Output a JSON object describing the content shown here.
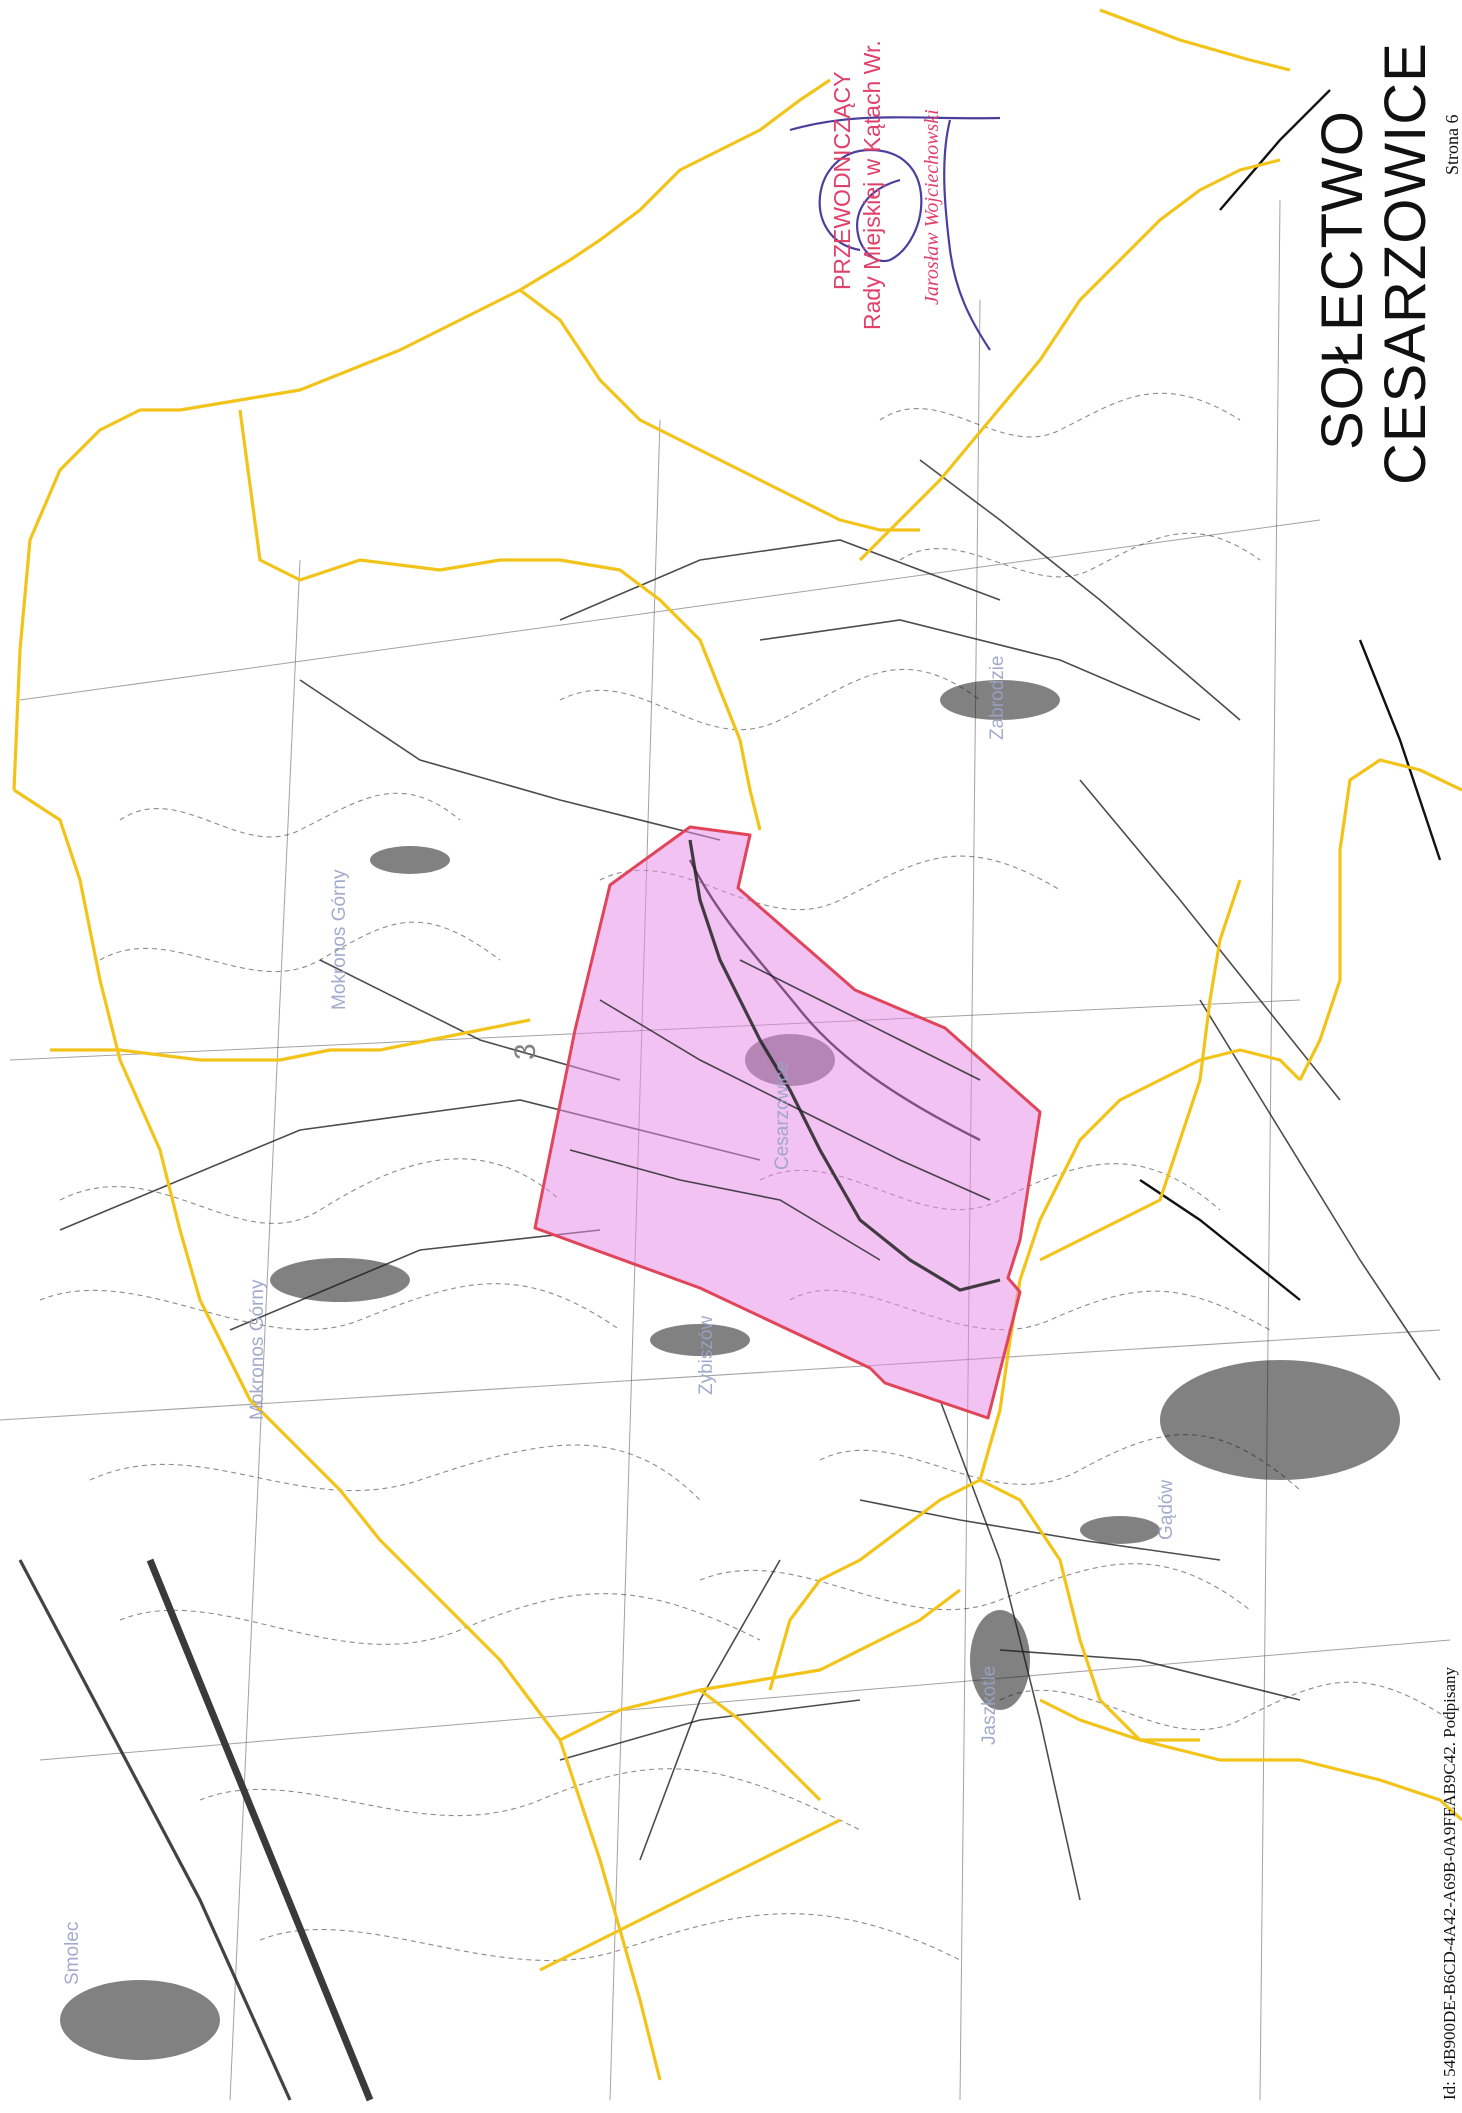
{
  "title": {
    "line1": "SOŁECTWO",
    "line2": "CESARZOWICE"
  },
  "page_number": "Strona 6",
  "stamp": {
    "line1": "PRZEWODNICZĄCY",
    "line2": "Rady Miejskiej w Kątach Wr.",
    "name": "Jarosław Wojciechowski"
  },
  "footer_code": "Id: 54B900DE-B6CD-4A42-A69B-0A9FEAB9C42. Podpisany",
  "place_labels": [
    {
      "id": "smolec",
      "text": "Smolec"
    },
    {
      "id": "mokronos-gorny-east",
      "text": "Mokronos Górny"
    },
    {
      "id": "mokronos-gorny-west",
      "text": "Mokronos Górny"
    },
    {
      "id": "cesarzowice",
      "text": "Cesarzowice"
    },
    {
      "id": "zabrodzie",
      "text": "Zabrodzie"
    },
    {
      "id": "jaszkotle",
      "text": "Jaszkotle"
    },
    {
      "id": "gadow",
      "text": "Gądów"
    },
    {
      "id": "zybiszow",
      "text": "Zybiszów"
    },
    {
      "id": "grid-3",
      "text": "3"
    }
  ],
  "legend_colors": {
    "solectwo_boundary": "#f2c419",
    "highlighted_area_fill": "#e58ae6",
    "highlighted_area_outline": "#e0455a",
    "stamp_ink": "#e0406a",
    "signature_ink": "#4b3f9e"
  }
}
